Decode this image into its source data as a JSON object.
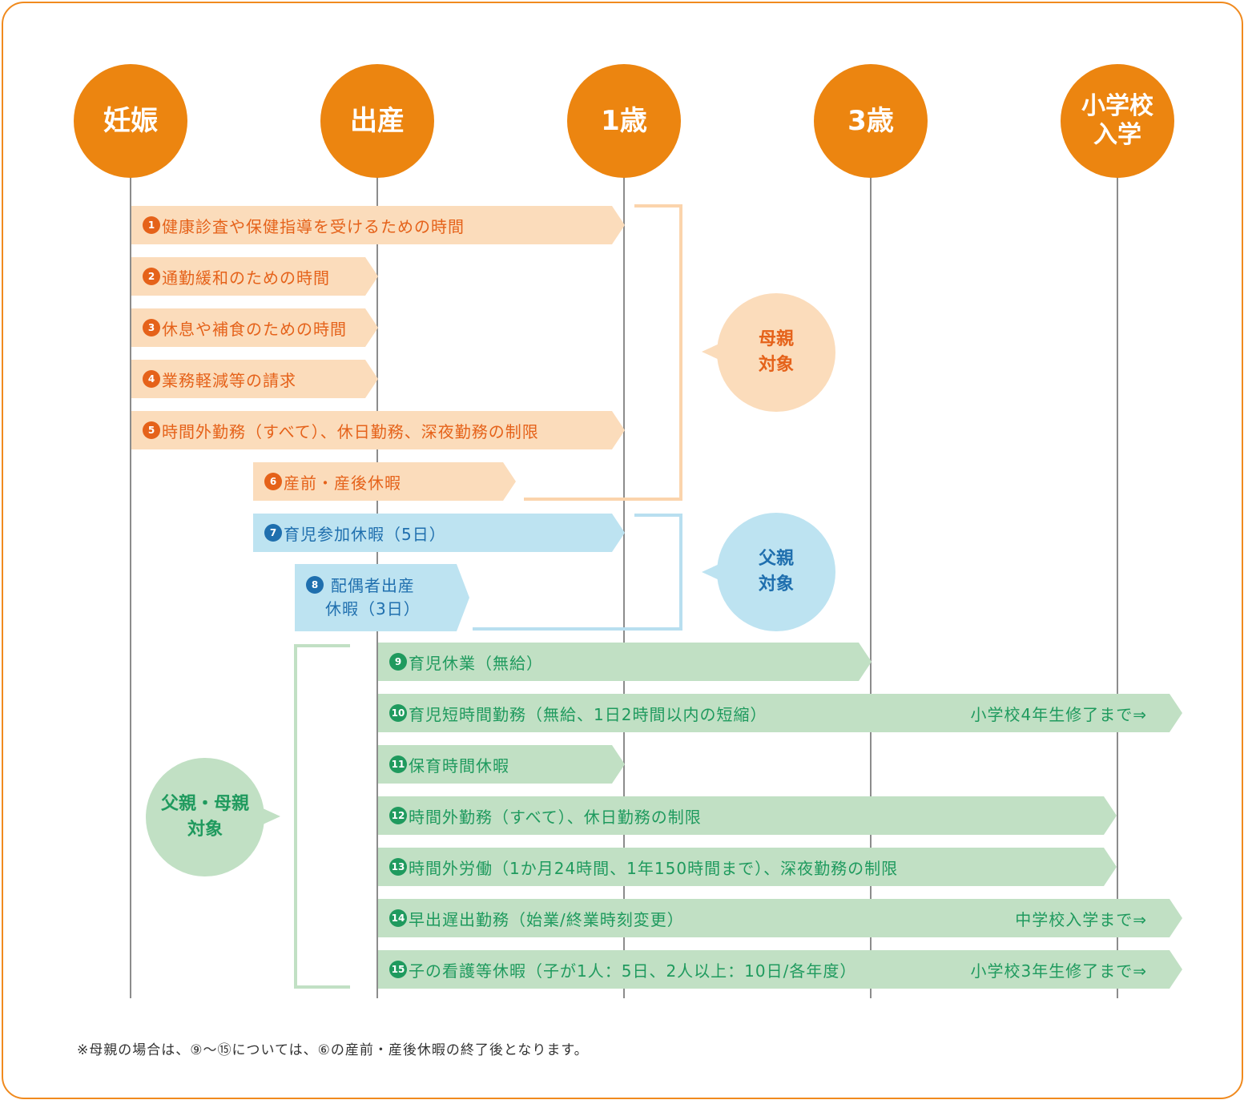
{
  "milestones": [
    {
      "label": "妊娠"
    },
    {
      "label": "出産"
    },
    {
      "label": "1歳"
    },
    {
      "label": "3歳"
    },
    {
      "label": "小学校\n入学"
    }
  ],
  "groups": {
    "mother": {
      "label": "母親\n対象",
      "color": "#fbdcbb",
      "text_color": "#e5621a"
    },
    "father": {
      "label": "父親\n対象",
      "color": "#bde3f1",
      "text_color": "#1f6fae"
    },
    "both": {
      "label": "父親・母親\n対象",
      "color": "#c1e0c4",
      "text_color": "#1f9a5e"
    }
  },
  "items": [
    {
      "num": "1",
      "label": "健康診査や保健指導を受けるための時間",
      "note": "",
      "group": "mother"
    },
    {
      "num": "2",
      "label": "通勤緩和のための時間",
      "note": "",
      "group": "mother"
    },
    {
      "num": "3",
      "label": "休息や補食のための時間",
      "note": "",
      "group": "mother"
    },
    {
      "num": "4",
      "label": "業務軽減等の請求",
      "note": "",
      "group": "mother"
    },
    {
      "num": "5",
      "label": "時間外勤務（すべて）、休日勤務、深夜勤務の制限",
      "note": "",
      "group": "mother"
    },
    {
      "num": "6",
      "label": "産前・産後休暇",
      "note": "",
      "group": "mother"
    },
    {
      "num": "7",
      "label": "育児参加休暇（5日）",
      "note": "",
      "group": "father"
    },
    {
      "num": "8",
      "label": "配偶者出産\n休暇（3日）",
      "note": "",
      "group": "father"
    },
    {
      "num": "9",
      "label": "育児休業（無給）",
      "note": "",
      "group": "both"
    },
    {
      "num": "10",
      "label": "育児短時間勤務（無給、1日2時間以内の短縮）",
      "note": "小学校4年生修了まで⇒",
      "group": "both"
    },
    {
      "num": "11",
      "label": "保育時間休暇",
      "note": "",
      "group": "both"
    },
    {
      "num": "12",
      "label": "時間外勤務（すべて）、休日勤務の制限",
      "note": "",
      "group": "both"
    },
    {
      "num": "13",
      "label": "時間外労働（1か月24時間、1年150時間まで）、深夜勤務の制限",
      "note": "",
      "group": "both"
    },
    {
      "num": "14",
      "label": "早出遅出勤務（始業/終業時刻変更）",
      "note": "中学校入学まで⇒",
      "group": "both"
    },
    {
      "num": "15",
      "label": "子の看護等休暇（子が1人：5日、2人以上：10日/各年度）",
      "note": "小学校3年生修了まで⇒",
      "group": "both"
    }
  ],
  "footnote": "※母親の場合は、⑨～⑮については、⑥の産前・産後休暇の終了後となります。",
  "colors": {
    "accent": "#ec8510",
    "frame": "#f08a1e",
    "timeline": "#8c8c8c"
  }
}
